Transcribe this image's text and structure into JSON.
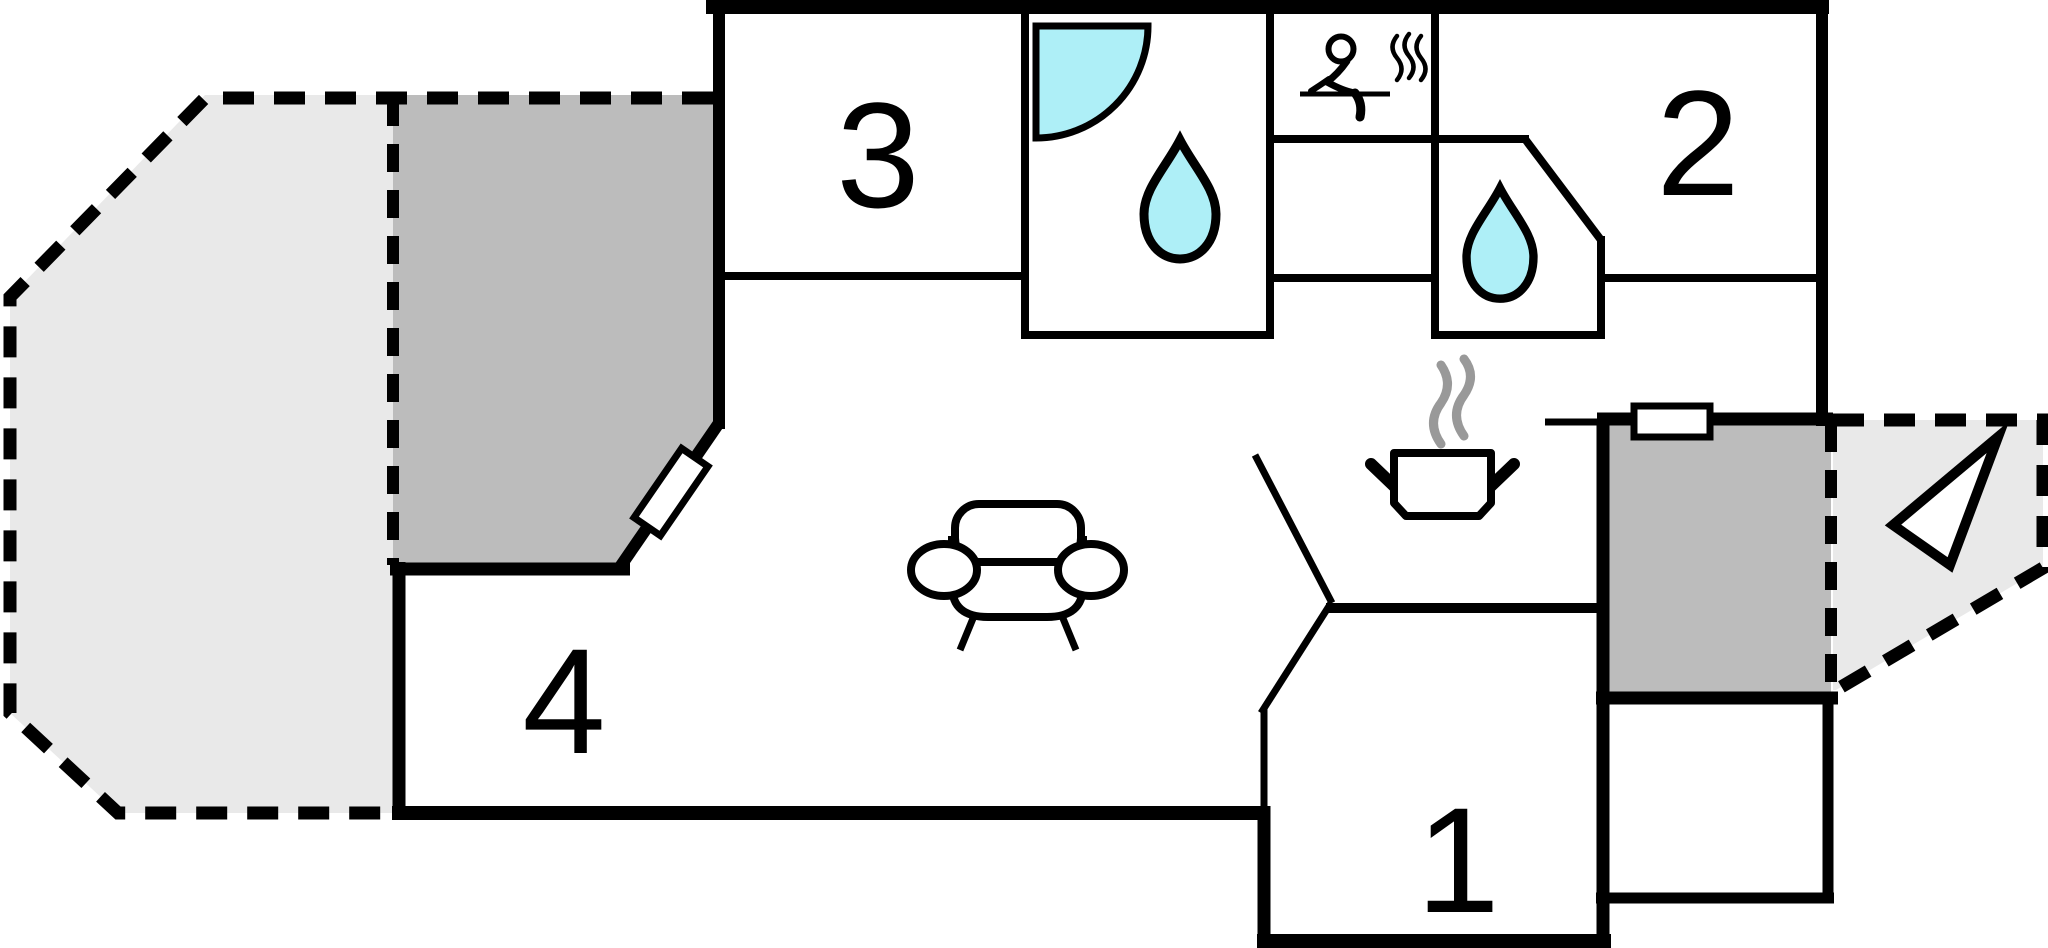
{
  "floorplan": {
    "type": "holiday-house-floor-plan",
    "rooms": [
      {
        "label": "1"
      },
      {
        "label": "2"
      },
      {
        "label": "3"
      },
      {
        "label": "4"
      }
    ],
    "icons": [
      "shower-quarter-circle-icon",
      "water-drop-icon-bathroom",
      "water-drop-icon-wc",
      "sauna-person-steam-icon",
      "stove-pot-steam-icon",
      "sofa-icon",
      "direction-arrow-icon",
      "terrace-door",
      "entrance-door"
    ],
    "colors": {
      "wall": "#000000",
      "terrace_light": "#e9e9e9",
      "terrace_dark": "#bcbcbc",
      "water": "#aeeff7",
      "steam": "#999999",
      "background": "#ffffff"
    }
  }
}
